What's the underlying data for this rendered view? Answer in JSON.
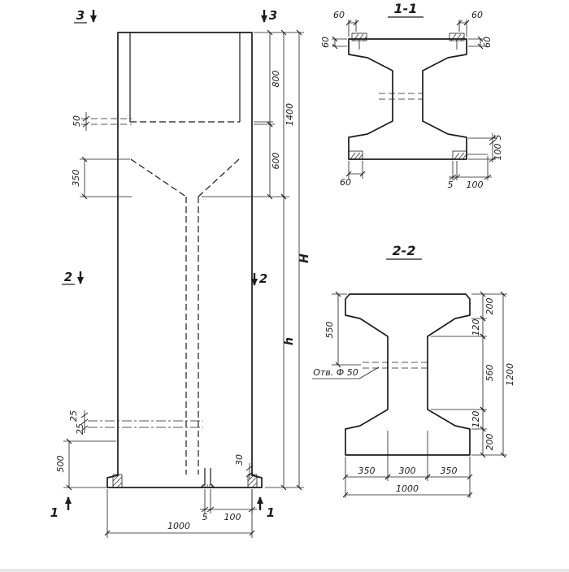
{
  "elevation": {
    "markers": {
      "m3_left": "3",
      "m3_right": "3",
      "m2_left": "2",
      "m2_right": "2",
      "m1_left": "1",
      "m1_right": "1"
    },
    "dims": {
      "d50": "50",
      "d350": "350",
      "d500": "500",
      "d25_upper": "25",
      "d25_lower": "25",
      "d30": "30",
      "d5": "5",
      "d100": "100",
      "d1000": "1000",
      "d800": "800",
      "d600": "600",
      "d1400": "1400",
      "dH": "H",
      "dh": "h"
    }
  },
  "section11": {
    "title": "1-1",
    "dims": {
      "d60_top_left": "60",
      "d60_left": "60",
      "d60_top_right": "60",
      "d60_right": "60",
      "d60_bottom": "60",
      "d5_bottom": "5",
      "d100_bottom": "100",
      "d100_side": "100",
      "d5_side": "5"
    }
  },
  "section22": {
    "title": "2-2",
    "hole_label": "Отв. Ф 50",
    "dims": {
      "d550": "550",
      "d200_top": "200",
      "d120_top": "120",
      "d560": "560",
      "d120_bottom": "120",
      "d200_bottom": "200",
      "d1200": "1200",
      "d350_left": "350",
      "d300": "300",
      "d350_right": "350",
      "d1000": "1000"
    }
  },
  "colors": {
    "ink": "#1c1c1c",
    "paper": "#ffffff"
  }
}
